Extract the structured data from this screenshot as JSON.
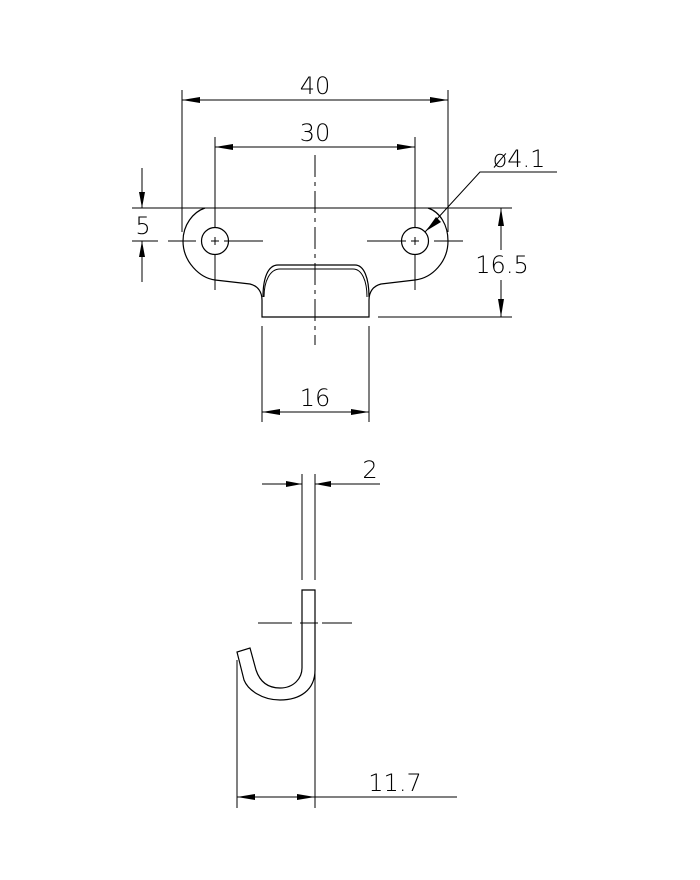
{
  "drawing": {
    "title": "Hook bracket technical drawing",
    "views": [
      "top-view",
      "side-view"
    ],
    "top_view": {
      "dimensions": {
        "overall_width": "40",
        "hole_spacing": "30",
        "hole_diameter": "ø4.1",
        "hole_edge_offset": "5",
        "overall_height": "16.5",
        "slot_width": "16"
      }
    },
    "side_view": {
      "dimensions": {
        "thickness": "2",
        "hook_depth": "11.7"
      }
    },
    "line_color": "#000000",
    "background": "#ffffff"
  }
}
